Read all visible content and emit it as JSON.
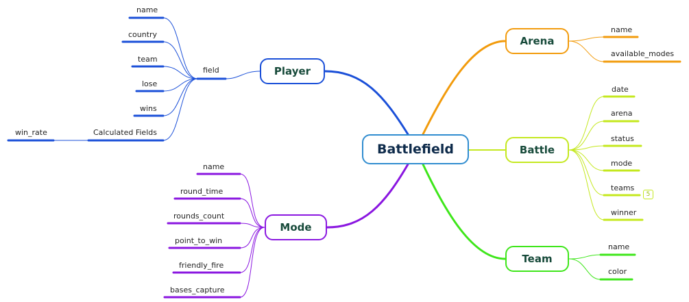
{
  "center": {
    "label": "Battlefield"
  },
  "branches": [
    {
      "key": "player",
      "label": "Player",
      "color": "#1a4fd8",
      "side": "left",
      "sub": {
        "label": "field"
      },
      "children": [
        {
          "label": "name"
        },
        {
          "label": "country"
        },
        {
          "label": "team"
        },
        {
          "label": "lose"
        },
        {
          "label": "wins"
        },
        {
          "label": "Calculated Fields",
          "children": [
            {
              "label": "win_rate"
            }
          ]
        }
      ]
    },
    {
      "key": "mode",
      "label": "Mode",
      "color": "#8a16e0",
      "side": "left",
      "children": [
        {
          "label": "name"
        },
        {
          "label": "round_time"
        },
        {
          "label": "rounds_count"
        },
        {
          "label": "point_to_win"
        },
        {
          "label": "friendly_fire"
        },
        {
          "label": "bases_capture"
        }
      ]
    },
    {
      "key": "arena",
      "label": "Arena",
      "color": "#f29b0c",
      "side": "right",
      "children": [
        {
          "label": "name"
        },
        {
          "label": "available_modes"
        }
      ]
    },
    {
      "key": "battle",
      "label": "Battle",
      "color": "#c4e81e",
      "side": "right",
      "children": [
        {
          "label": "date"
        },
        {
          "label": "arena"
        },
        {
          "label": "status"
        },
        {
          "label": "mode"
        },
        {
          "label": "teams",
          "badge": "5"
        },
        {
          "label": "winner"
        }
      ]
    },
    {
      "key": "team",
      "label": "Team",
      "color": "#3ee61a",
      "side": "right",
      "children": [
        {
          "label": "name"
        },
        {
          "label": "color"
        }
      ]
    }
  ]
}
